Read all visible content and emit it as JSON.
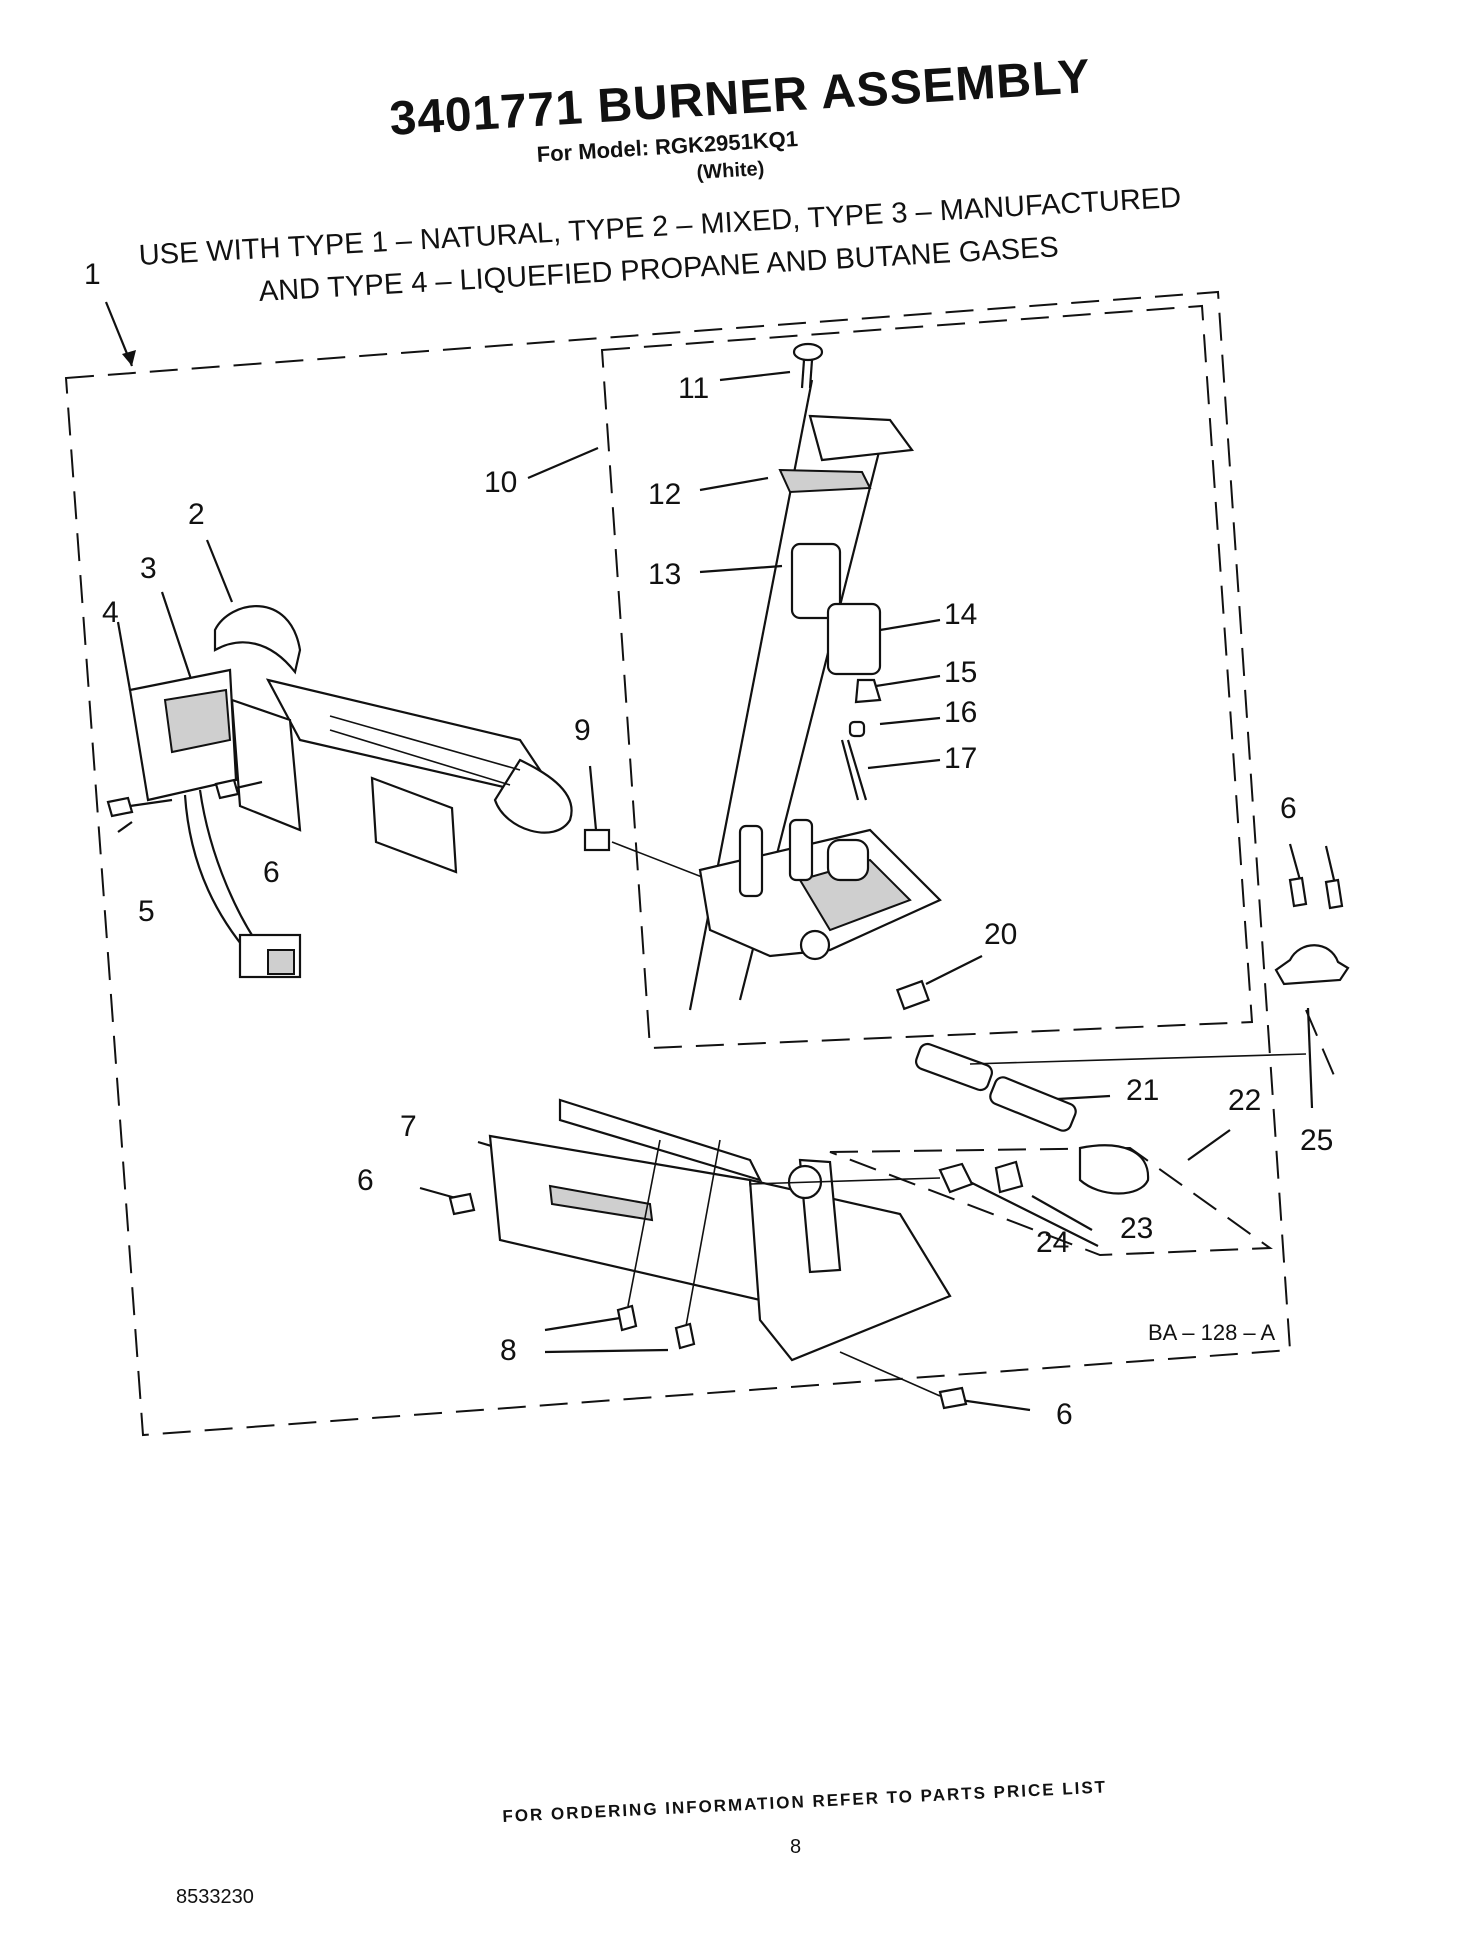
{
  "header": {
    "title": "3401771 BURNER ASSEMBLY",
    "model": "For Model: RGK2951KQ1",
    "color": "(White)"
  },
  "usage": {
    "line1": "USE WITH TYPE 1  –  NATURAL, TYPE 2  –  MIXED, TYPE 3  –  MANUFACTURED",
    "line2": "AND TYPE 4  –  LIQUEFIED PROPANE AND BUTANE GASES"
  },
  "callouts": [
    {
      "id": "c1",
      "text": "1"
    },
    {
      "id": "c2",
      "text": "2"
    },
    {
      "id": "c3",
      "text": "3"
    },
    {
      "id": "c4",
      "text": "4"
    },
    {
      "id": "c5",
      "text": "5"
    },
    {
      "id": "c6a",
      "text": "6"
    },
    {
      "id": "c6b",
      "text": "6"
    },
    {
      "id": "c6c",
      "text": "6"
    },
    {
      "id": "c6d",
      "text": "6"
    },
    {
      "id": "c7",
      "text": "7"
    },
    {
      "id": "c8",
      "text": "8"
    },
    {
      "id": "c9",
      "text": "9"
    },
    {
      "id": "c10",
      "text": "10"
    },
    {
      "id": "c11",
      "text": "11"
    },
    {
      "id": "c12",
      "text": "12"
    },
    {
      "id": "c13",
      "text": "13"
    },
    {
      "id": "c14",
      "text": "14"
    },
    {
      "id": "c15",
      "text": "15"
    },
    {
      "id": "c16",
      "text": "16"
    },
    {
      "id": "c17",
      "text": "17"
    },
    {
      "id": "c20",
      "text": "20"
    },
    {
      "id": "c21",
      "text": "21"
    },
    {
      "id": "c22",
      "text": "22"
    },
    {
      "id": "c23",
      "text": "23"
    },
    {
      "id": "c24",
      "text": "24"
    },
    {
      "id": "c25",
      "text": "25"
    }
  ],
  "diagram_ref": "BA – 128 – A",
  "footer": {
    "ordering": "FOR ORDERING INFORMATION REFER TO PARTS PRICE LIST",
    "page": "8",
    "doc_number": "8533230"
  }
}
